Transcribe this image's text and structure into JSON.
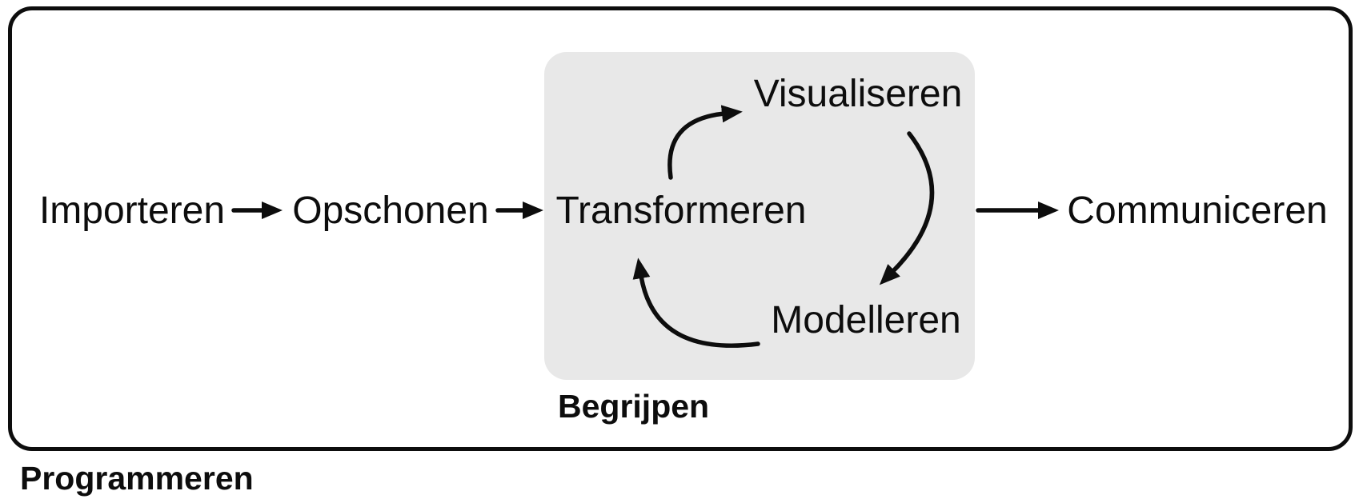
{
  "diagram": {
    "nodes": {
      "importeren": "Importeren",
      "opschonen": "Opschonen",
      "transformeren": "Transformeren",
      "visualiseren": "Visualiseren",
      "modelleren": "Modelleren",
      "communiceren": "Communiceren"
    },
    "captions": {
      "cycle_box": "Begrijpen",
      "outer_box": "Programmeren"
    },
    "colors": {
      "line": "#0d0d0d",
      "text": "#0d0d0d",
      "cycle_box_bg": "#e8e8e8",
      "canvas_bg": "#ffffff"
    }
  }
}
